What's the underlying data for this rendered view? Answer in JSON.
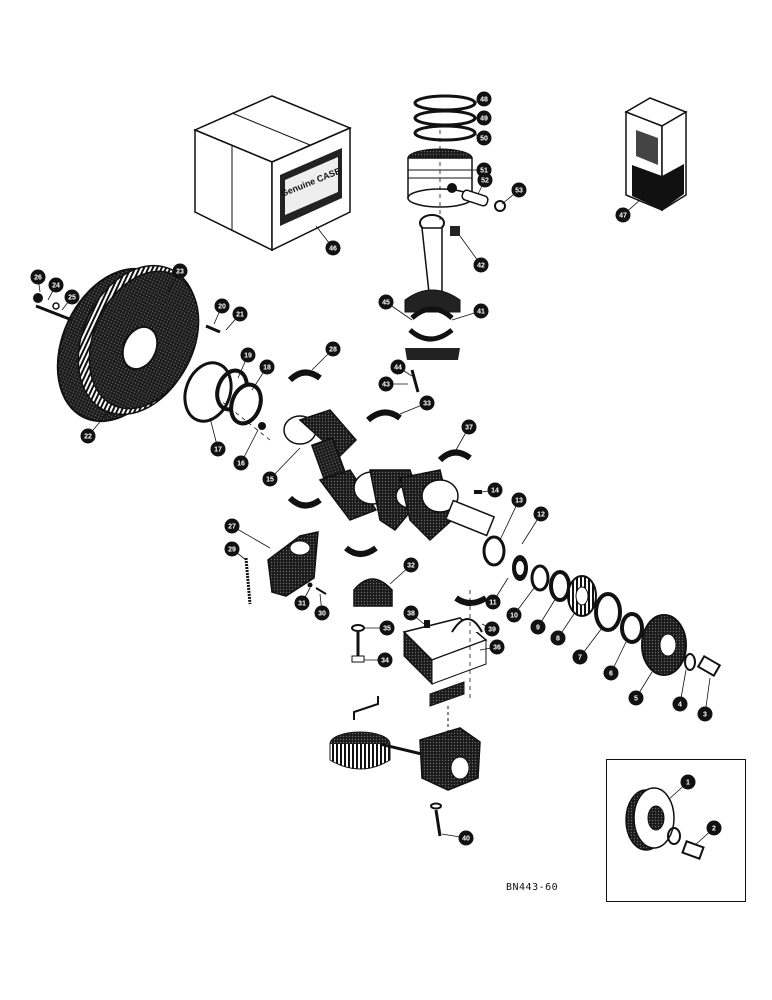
{
  "drawing_id": "BN443-60",
  "callouts": [
    "1",
    "2",
    "3",
    "4",
    "5",
    "6",
    "7",
    "8",
    "9",
    "10",
    "11",
    "12",
    "13",
    "14",
    "15",
    "16",
    "17",
    "18",
    "19",
    "20",
    "21",
    "22",
    "23",
    "24",
    "25",
    "26",
    "27",
    "28",
    "29",
    "30",
    "31",
    "32",
    "33",
    "34",
    "35",
    "36",
    "37",
    "38",
    "39",
    "40",
    "41",
    "42",
    "43",
    "44",
    "45",
    "46",
    "47",
    "48",
    "49",
    "50",
    "51",
    "52",
    "53"
  ],
  "package_logo": "Genuine CASE"
}
